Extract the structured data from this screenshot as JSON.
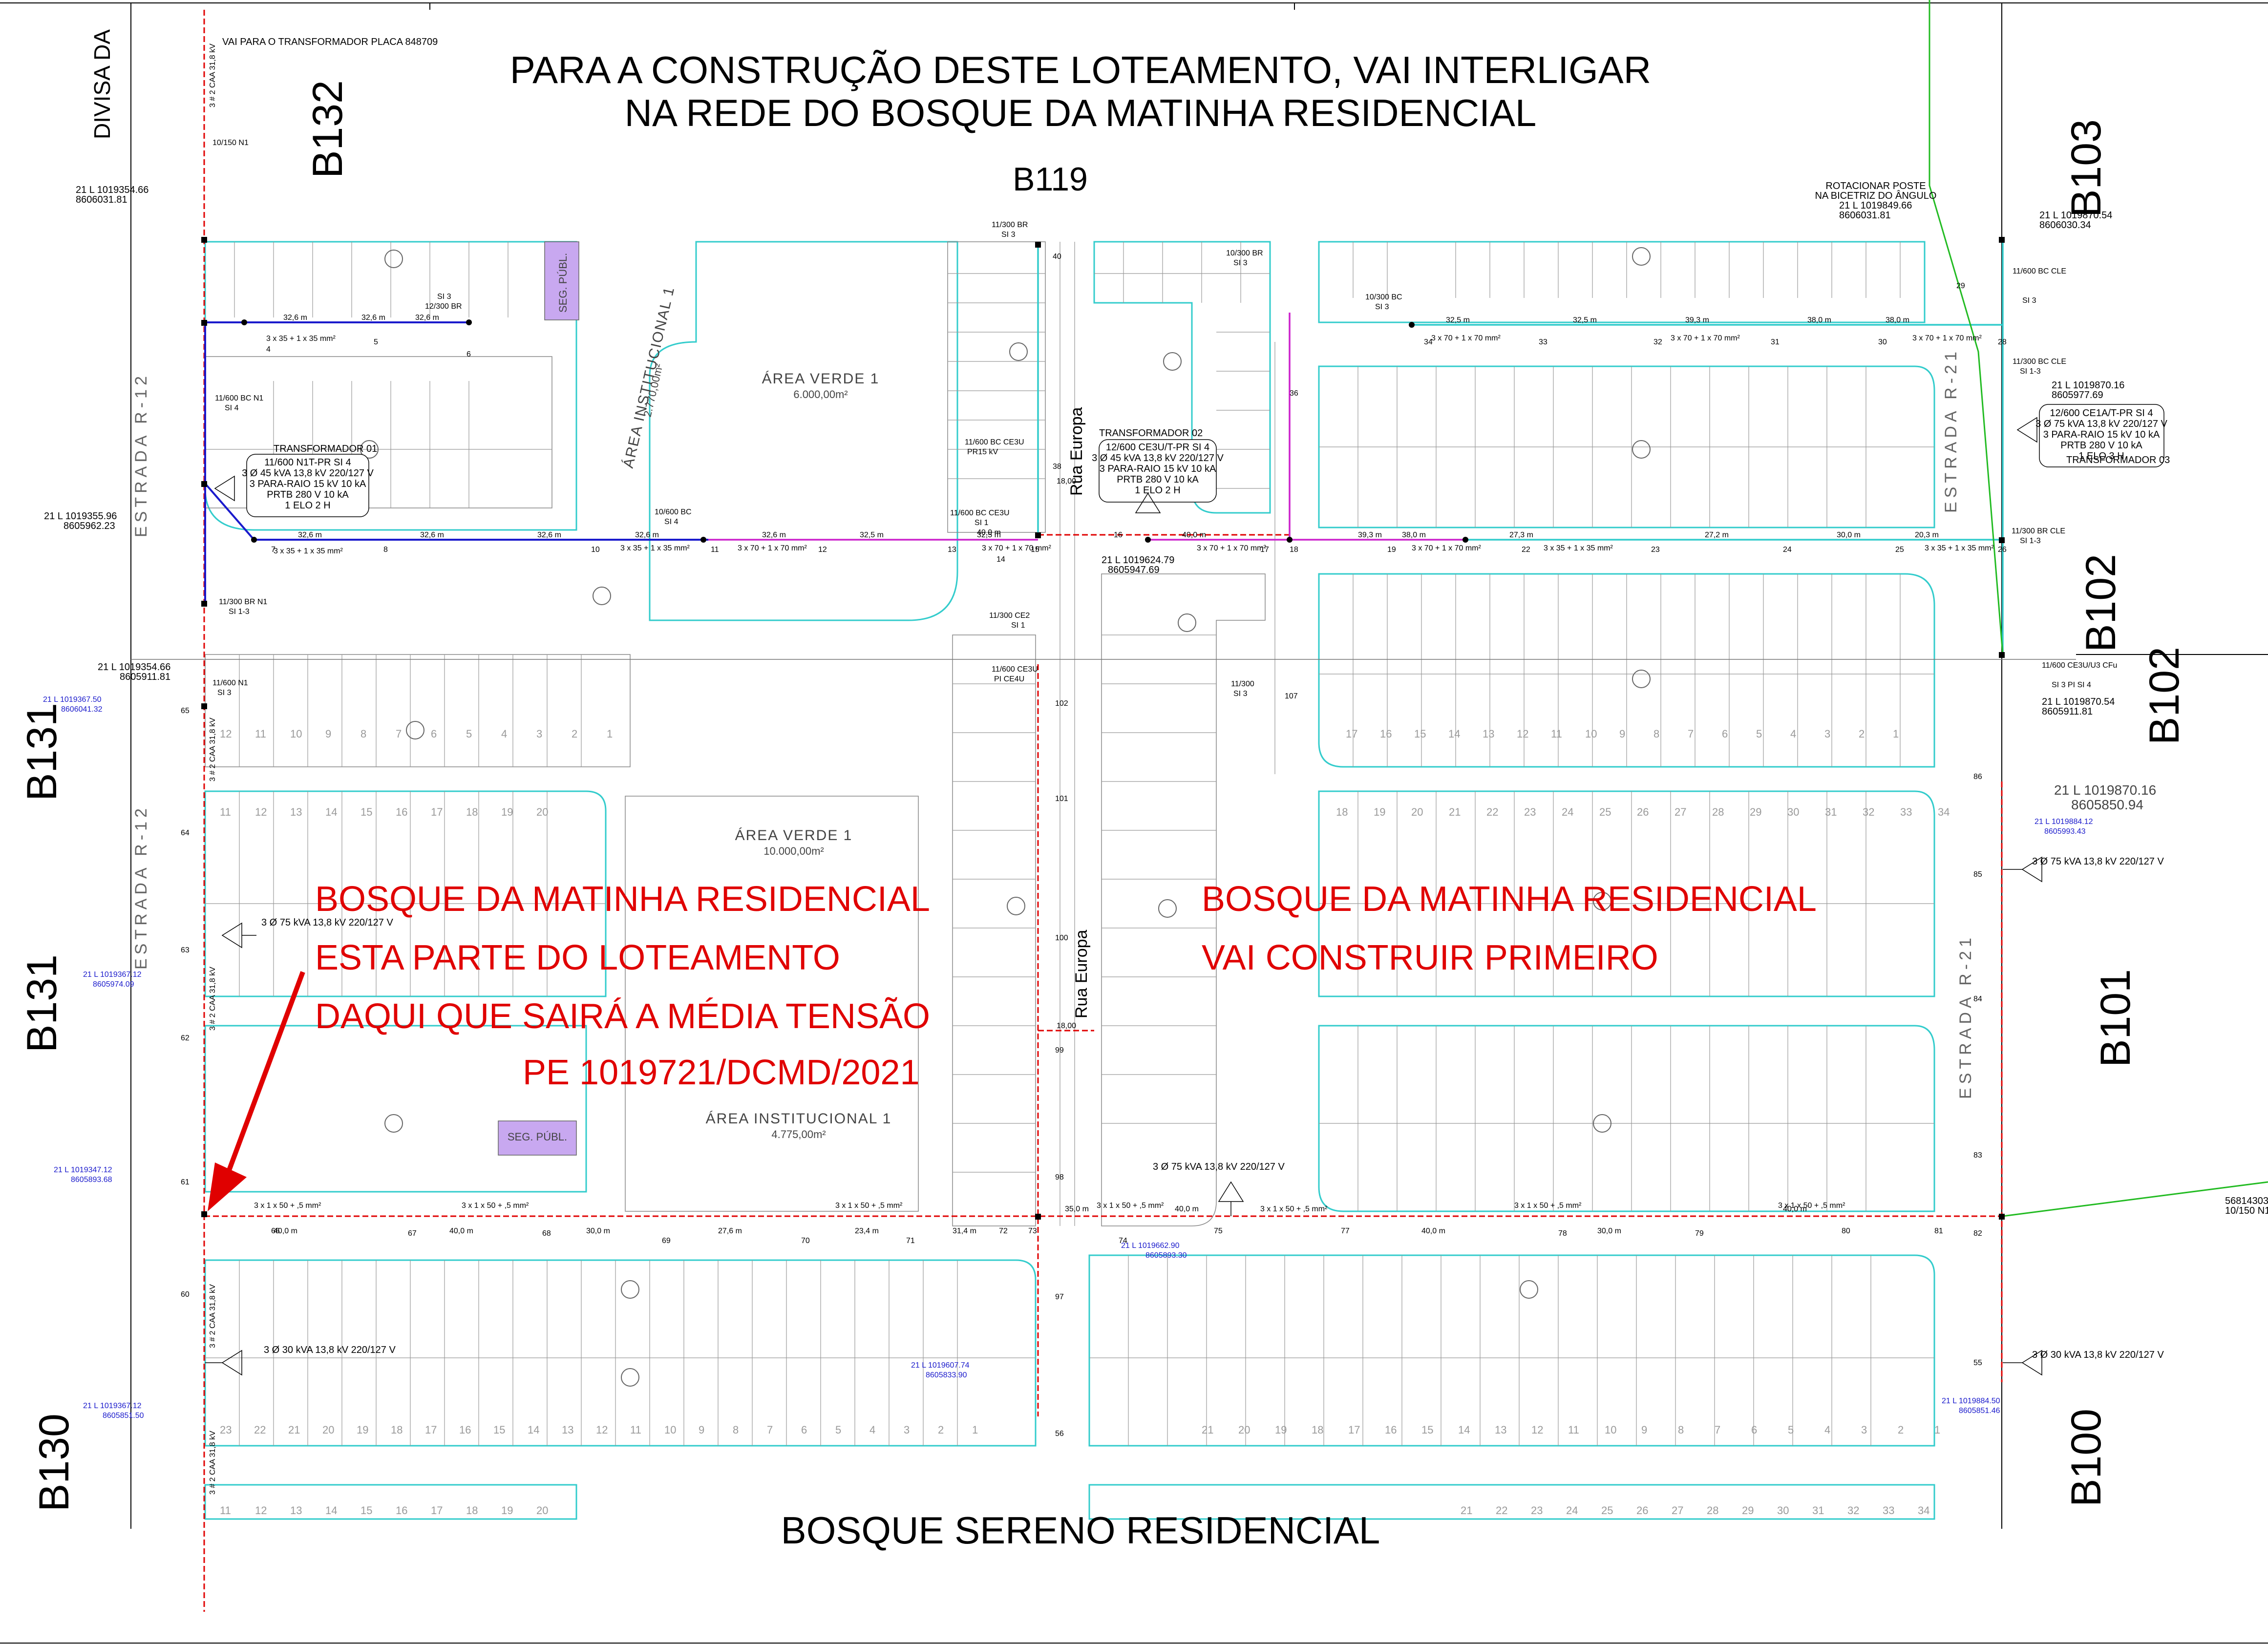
{
  "header": {
    "title_line1": "PARA A CONSTRUÇÃO DESTE LOTEAMENTO, VAI INTERLIGAR",
    "title_line2": "NA REDE DO BOSQUE DA MATINHA RESIDENCIAL",
    "footer_title": "BOSQUE SERENO RESIDENCIAL",
    "divisa": "DIVISA DA"
  },
  "blocks": {
    "b132": "B132",
    "b119": "B119",
    "b103": "B103",
    "b102a": "B102",
    "b102b": "B102",
    "b131a": "B131",
    "b131b": "B131",
    "b101": "B101",
    "b130": "B130",
    "b100": "B100"
  },
  "notes": {
    "left_1": "BOSQUE DA MATINHA RESIDENCIAL",
    "left_2": "ESTA PARTE DO LOTEAMENTO",
    "left_3": "DAQUI QUE SAIRÁ A MÉDIA TENSÃO",
    "left_4": "PE 1019721/DCMD/2021",
    "right_1": "BOSQUE DA MATINHA RESIDENCIAL",
    "right_2": "VAI CONSTRUIR PRIMEIRO"
  },
  "areas": {
    "verde_top": "ÁREA VERDE 1",
    "verde_top_m2": "6.000,00m²",
    "inst_top": "ÁREA INSTITUCIONAL 1",
    "inst_top_m2": "2.770,00m²",
    "verde_mid": "ÁREA VERDE 1",
    "verde_mid_m2": "10.000,00m²",
    "inst_bot": "ÁREA INSTITUCIONAL 1",
    "inst_bot_m2": "4.775,00m²",
    "seg_publ_a": "SEG. PÚBL.",
    "seg_publ_b": "SEG. PÚBL."
  },
  "roads": {
    "r12_top": "ESTRADA R-12",
    "r12_bot": "ESTRADA R-12",
    "r21_top": "ESTRADA R-21",
    "r21_bot": "ESTRADA R-21",
    "rua_europa_top": "Rua Europa",
    "rua_europa_bot": "Rua Europa"
  },
  "equipment": {
    "transf_placa": "VAI PARA O TRANSFORMADOR PLACA 848709",
    "t01_title": "TRANSFORMADOR 01",
    "t01_l1": "11/600 N1T-PR SI 4",
    "t01_l2": "3 Ø 45 kVA 13,8 kV 220/127 V",
    "t01_l3": "3 PARA-RAIO 15 kV 10 kA",
    "t01_l4": "PRTB 280 V 10 kA",
    "t01_l5": "1 ELO 2 H",
    "t02_title": "TRANSFORMADOR 02",
    "t02_l1": "12/600 CE3U/T-PR SI 4",
    "t02_l2": "3 Ø 45 kVA 13,8 kV 220/127 V",
    "t02_l3": "3 PARA-RAIO 15 kV 10 kA",
    "t02_l4": "PRTB 280 V 10 kA",
    "t02_l5": "1 ELO 2 H",
    "t03_title": "TRANSFORMADOR 03",
    "t03_l1": "12/600 CE1A/T-PR SI 4",
    "t03_l2": "3 Ø 75 kVA 13,8 kV 220/127 V",
    "t03_l3": "3 PARA-RAIO 15 kV 10 kA",
    "t03_l4": "PRTB 280 V 10 kA",
    "t03_l5": "1 ELO 3 H",
    "rot_l1": "ROTACIONAR POSTE",
    "rot_l2": "NA BICETRIZ DO ÂNGULO",
    "tr75_a": "3 Ø 75 kVA 13,8 kV 220/127 V",
    "tr75_b": "3 Ø 75 kVA 13,8 kV 220/127 V",
    "tr75_c": "3 Ø 75 kVA 13,8 kV 220/127 V",
    "tr30_a": "3 Ø 30 kVA 13,8 kV 220/127 V",
    "tr30_b": "3 Ø 30 kVA 13,8 kV 220/127 V"
  },
  "coords": {
    "c1a": "21 L 1019354.66",
    "c1b": "8606031.81",
    "c2a": "21 L 1019355.96",
    "c2b": "8605962.23",
    "c3a": "21 L 1019354.66",
    "c3b": "8605911.81",
    "c4a": "21 L 1019367.50",
    "c4b": "8606041.32",
    "c5a": "21 L 1019367.12",
    "c5b": "8605974.09",
    "c6a": "21 L 1019347.12",
    "c6b": "8605893.68",
    "c7a": "21 L 1019367.12",
    "c7b": "8605851.50",
    "c8a": "21 L 1019624.79",
    "c8b": "8605947.69",
    "c9a": "21 L 1019662.90",
    "c9b": "8605893.30",
    "c10a": "21 L 1019607.74",
    "c10b": "8605833.90",
    "c11a": "21 L 1019849.66",
    "c11b": "8606031.81",
    "c12a": "21 L 1019870.54",
    "c12b": "8606030.34",
    "c13a": "21 L 1019870.16",
    "c13b": "8605977.69",
    "c14a": "21 L 1019870.54",
    "c14b": "8605911.81",
    "c15a": "21 L 1019870.16",
    "c15b": "8605850.94",
    "c16a": "21 L 1019884.12",
    "c16b": "8605993.43",
    "c17a": "21 L 1019884.50",
    "c17b": "8605851.46",
    "c18a": "56814303",
    "c18b": "10/150 N1"
  },
  "cables": {
    "c35": "3 x 35 + 1 x 35 mm²",
    "c70": "3 x 70 + 1 x 70 mm²",
    "c50": "3 x 1 x 50 + ,5 mm²",
    "caa": "3 # 2 CAA 31,8 kV"
  },
  "distances": [
    "32,6 m",
    "32,6 m",
    "32,6 m",
    "32,6 m",
    "32,6 m",
    "32,6 m",
    "32,6 m",
    "32,6 m",
    "32,5 m",
    "32,5 m",
    "32,5 m",
    "32,5 m",
    "39,3 m",
    "38,0 m",
    "38,0 m",
    "38,0 m",
    "27,3 m",
    "27,2 m",
    "39,3 m",
    "30,0 m",
    "20,3 m",
    "40,0 m",
    "40,0 m",
    "40,0 m",
    "40,0 m",
    "30,0 m",
    "27,6 m",
    "23,4 m",
    "31,4 m",
    "35,0 m",
    "40,0 m",
    "40,0 m",
    "40,0 m",
    "30,0 m"
  ],
  "poles": {
    "p1": "11/600 BC N1",
    "p1s": "SI 4",
    "p2": "11/300 BR N1",
    "p2s": "SI 1-3",
    "p3": "11/600 N1",
    "p3s": "SI 3",
    "p4": "11/300 BR",
    "p4s": "SI 3",
    "p5": "12/300 BR",
    "p5s": "SI 3",
    "p6": "10/600 BC",
    "p6s": "SI 4",
    "p7": "11/600 BC CE3U",
    "p7s": "PR15 kV",
    "p8": "11/600 BC CE3U",
    "p8s": "SI 1",
    "p9": "11/300 CE2",
    "p9s": "SI 1",
    "p10": "11/600 CE3U",
    "p10s": "PI CE4U",
    "p11": "10/300 BR",
    "p11s": "SI 3",
    "p12": "10/300 BC",
    "p12s": "SI 3",
    "p13": "11/600 BC CLE",
    "p13s": "SI 3",
    "p14": "11/300 BC CLE",
    "p14s": "SI 1-3",
    "p15": "11/300 BR CLE",
    "p15s": "SI 1-3",
    "p16": "11/600 CE3U/U3 CFu",
    "p16s": "SI 3 PI SI 4",
    "p17": "11/300",
    "p17s": "SI 3",
    "p18": "10/150 N1"
  },
  "post_numbers": [
    "4",
    "5",
    "6",
    "7",
    "8",
    "10",
    "11",
    "12",
    "13",
    "14",
    "15",
    "16",
    "17",
    "18",
    "19",
    "22",
    "23",
    "24",
    "25",
    "26",
    "28",
    "29",
    "30",
    "31",
    "32",
    "33",
    "34",
    "36",
    "38",
    "40",
    "55",
    "56",
    "60",
    "61",
    "62",
    "63",
    "64",
    "65",
    "66",
    "67",
    "68",
    "69",
    "70",
    "71",
    "72",
    "73",
    "74",
    "75",
    "77",
    "78",
    "79",
    "80",
    "81",
    "82",
    "83",
    "84",
    "85",
    "86",
    "97",
    "98",
    "99",
    "100",
    "101",
    "102",
    "107"
  ],
  "lot_rows": {
    "top_left": [
      "12",
      "11",
      "10",
      "9",
      "8",
      "7",
      "6",
      "5",
      "4",
      "3",
      "2",
      "1"
    ],
    "top_right": [
      "17",
      "16",
      "15",
      "14",
      "13",
      "12",
      "11",
      "10",
      "9",
      "8",
      "7",
      "6",
      "5",
      "4",
      "3",
      "2",
      "1"
    ],
    "mid_left": [
      "11",
      "12",
      "13",
      "14",
      "15",
      "16",
      "17",
      "18",
      "19",
      "20"
    ],
    "mid_right": [
      "18",
      "19",
      "20",
      "21",
      "22",
      "23",
      "24",
      "25",
      "26",
      "27",
      "28",
      "29",
      "30",
      "31",
      "32",
      "33",
      "34"
    ],
    "bot_left": [
      "23",
      "22",
      "21",
      "20",
      "19",
      "18",
      "17",
      "16",
      "15",
      "14",
      "13",
      "12",
      "11",
      "10",
      "9",
      "8",
      "7",
      "6",
      "5",
      "4",
      "3",
      "2",
      "1"
    ],
    "bot_right": [
      "21",
      "20",
      "19",
      "18",
      "17",
      "16",
      "15",
      "14",
      "13",
      "12",
      "11",
      "10",
      "9",
      "8",
      "7",
      "6",
      "5",
      "4",
      "3",
      "2",
      "1"
    ],
    "last_left": [
      "11",
      "12",
      "13",
      "14",
      "15",
      "16",
      "17",
      "18",
      "19",
      "20"
    ],
    "last_right": [
      "21",
      "22",
      "23",
      "24",
      "25",
      "26",
      "27",
      "28",
      "29",
      "30",
      "31",
      "32",
      "33",
      "34"
    ]
  },
  "block_ids": [
    "1",
    "2",
    "3",
    "4",
    "5",
    "6",
    "7",
    "8",
    "9",
    "10",
    "1",
    "2",
    "4",
    "7"
  ],
  "markers": {
    "m18a": "18,00",
    "m18b": "18,00"
  },
  "colors": {
    "red_line": "#e00000",
    "blue_line": "#1a1acc",
    "magenta_line": "#cc22cc",
    "cyan_lot": "#33cccc",
    "green_line": "#22bb22",
    "purple_fill": "#c8a8f0"
  }
}
